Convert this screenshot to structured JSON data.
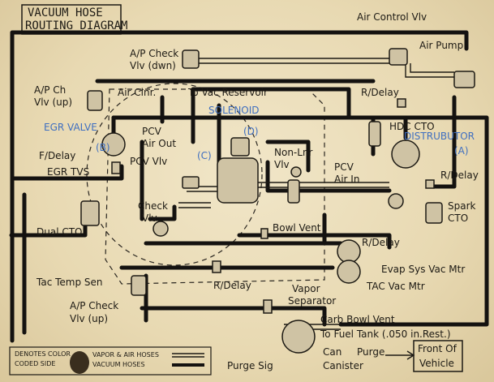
{
  "title": {
    "line1": "VACUUM HOSE",
    "line2": "ROUTING DIAGRAM"
  },
  "labels": {
    "air_control_valve": "Air Control Vlv",
    "air_pump": "Air Pump",
    "ap_check_dwn_1": "A/P Check",
    "ap_check_dwn_2": "Vlv (dwn)",
    "ap_ch_up_1": "A/P Ch",
    "ap_ch_up_2": "Vlv (up)",
    "air_clnr": "Air Clnr.",
    "to_vac_reservoir": "To Vac Reservoir",
    "r_delay_top": "R/Delay",
    "solenoid": "SOLENOID",
    "solenoid_d": "(D)",
    "egr_valve": "EGR VALVE",
    "pcv_air_out_1": "PCV",
    "pcv_air_out_2": "Air Out",
    "hdc_cto": "HDC CTO",
    "distributor": "DISTRUBUTOR",
    "distributor_a": "(A)",
    "f_delay": "F/Delay",
    "b_tag": "(B)",
    "c_tag": "(C)",
    "egr_tvs": "EGR TVS",
    "pcv_vlv": "PCV Vlv",
    "non_lnr_1": "Non-Lnr",
    "non_lnr_2": "Vlv",
    "pcv_air_in_1": "PCV",
    "pcv_air_in_2": "Air In",
    "r_delay_right": "R/Delay",
    "check_vlv_1": "Check",
    "check_vlv_2": "Vlv",
    "spark_cto_1": "Spark",
    "spark_cto_2": "CTO",
    "dual_cto": "Dual CTO",
    "bowl_vent": "Bowl Vent",
    "r_delay_mid": "R/Delay",
    "evap_sys": "Evap Sys Vac Mtr",
    "tac_temp_sen": "Tac Temp Sen",
    "r_delay_low": "R/Delay",
    "tac_vac_mtr": "TAC Vac Mtr",
    "vapor_sep_1": "Vapor",
    "vapor_sep_2": "Separator",
    "ap_check_up_1": "A/P Check",
    "ap_check_up_2": "Vlv (up)",
    "carb_bowl_vent": "Carb Bowl Vent",
    "to_fuel_tank": "To Fuel Tank (.050 in.Rest.)",
    "purge_sig": "Purge Sig",
    "can": "Can",
    "canister": "Canister",
    "purge": "Purge",
    "front_of_1": "Front Of",
    "front_of_2": "Vehicle"
  },
  "legend": {
    "denotes_1": "DENOTES COLOR",
    "denotes_2": "CODED SIDE",
    "vapor_air": "VAPOR & AIR HOSES",
    "vacuum": "VACUUM HOSES"
  }
}
